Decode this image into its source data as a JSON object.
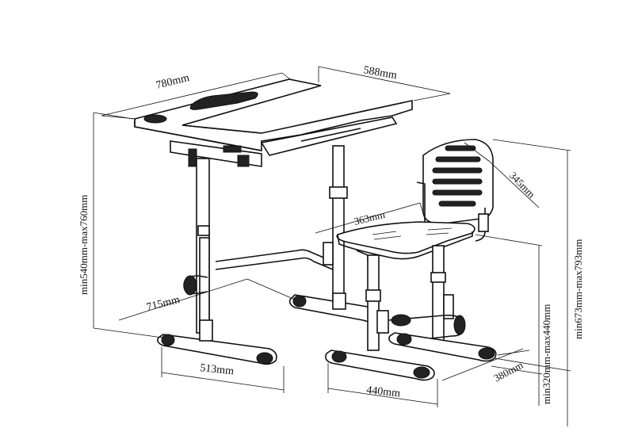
{
  "dimensions": {
    "desk_width": "780mm",
    "desk_depth": "588mm",
    "desk_height": "min540mm-max760mm",
    "total_height": "min673mm-max793mm",
    "desk_base_depth": "715mm",
    "desk_base_width": "513mm",
    "seat_width": "363mm",
    "backrest_height": "345mm",
    "seat_height": "min320mm-max440mm",
    "chair_base_depth": "380mm",
    "chair_base_width": "440mm"
  },
  "colors": {
    "line": "#111111",
    "accent_dark": "#222222",
    "accent_grey": "#bdbdbd"
  }
}
